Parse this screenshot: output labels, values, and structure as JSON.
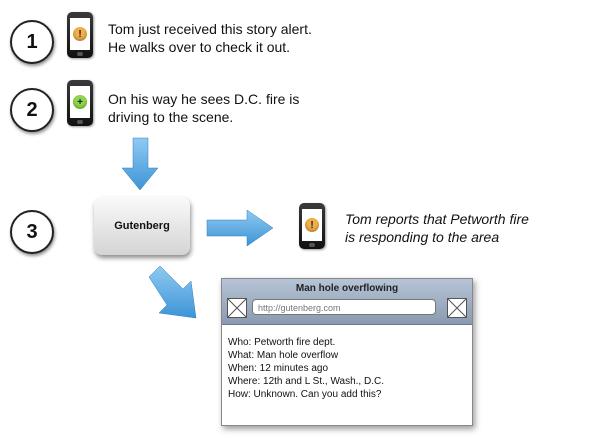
{
  "steps": [
    "1",
    "2",
    "3"
  ],
  "captions": {
    "step1_line1": "Tom just received this story alert.",
    "step1_line2": "He walks over to check it out.",
    "step2_line1": "On his way he sees D.C. fire is",
    "step2_line2": "driving to the scene.",
    "step3_line1": "Tom reports that Petworth fire",
    "step3_line2": "is responding to the area"
  },
  "phones": {
    "alert_symbol": "!",
    "add_symbol": "+",
    "alert_color": "#f2b04a",
    "add_color": "#8fd850"
  },
  "gutenberg_label": "Gutenberg",
  "browser": {
    "title": "Man hole overflowing",
    "url_placeholder": "http://gutenberg.com",
    "lines": [
      "Who: Petworth fire dept.",
      "What: Man hole overflow",
      "When: 12 minutes ago",
      "Where: 12th and L St., Wash., D.C.",
      "How: Unknown. Can you add this?"
    ]
  },
  "colors": {
    "arrow": "#5aaee8"
  }
}
